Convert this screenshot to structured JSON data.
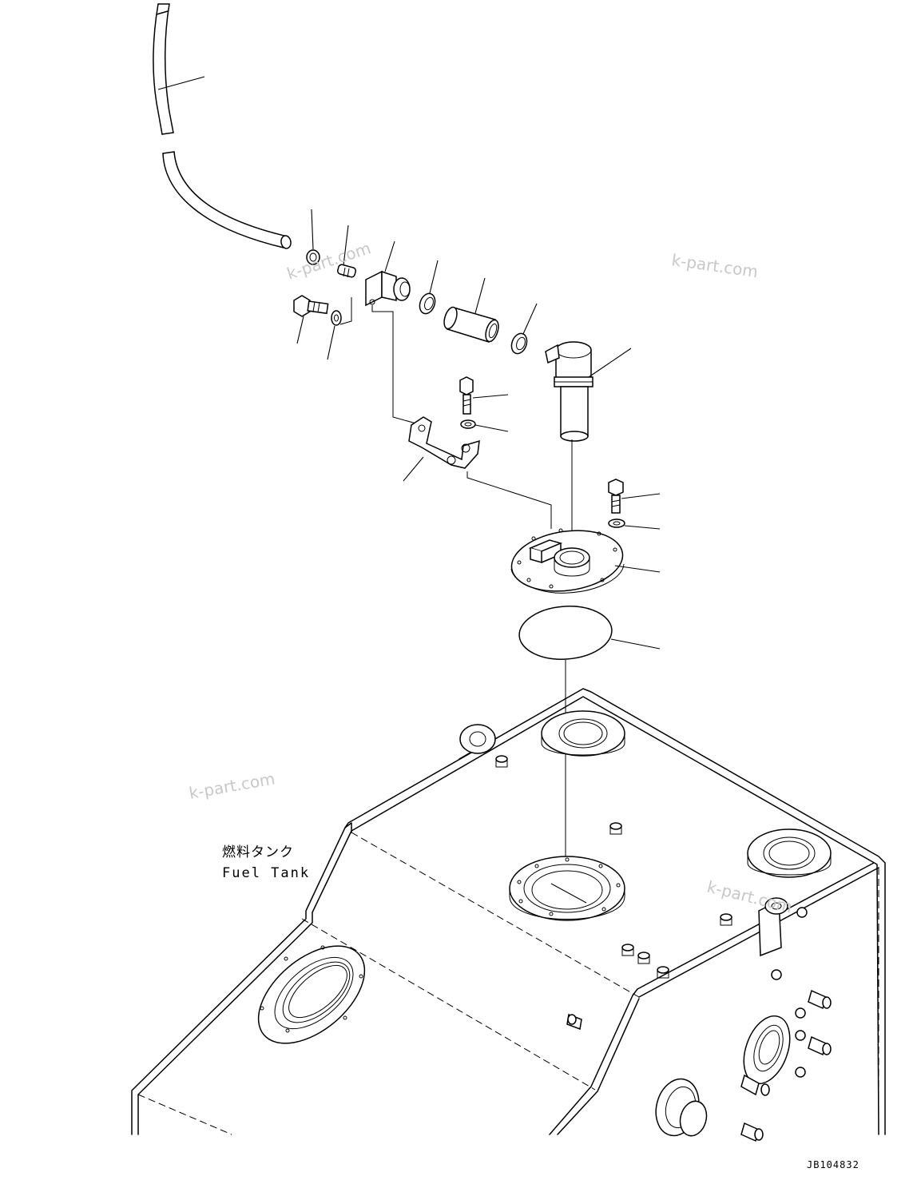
{
  "diagram": {
    "tank_label_jp": "燃料タンク",
    "tank_label_en": "Fuel Tank",
    "drawing_code": "JB104832",
    "watermarks": [
      "k-part.com",
      "k-part.com",
      "k-part.com",
      "k-part.com"
    ]
  }
}
